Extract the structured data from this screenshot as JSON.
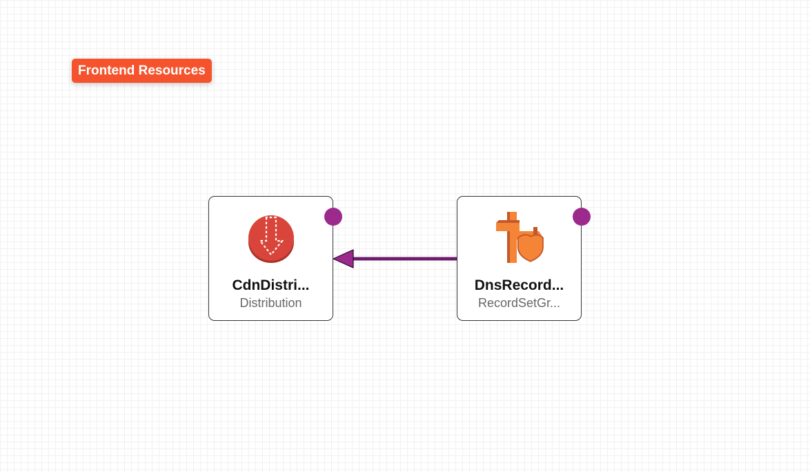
{
  "diagram": {
    "group": {
      "label": "Frontend Resources",
      "color": "#f5532d"
    },
    "nodes": [
      {
        "id": "cdn",
        "title": "CdnDistri...",
        "subtitle": "Distribution",
        "icon": "cloudfront-distribution-icon",
        "icon_color": "#d9453a"
      },
      {
        "id": "dns",
        "title": "DnsRecord...",
        "subtitle": "RecordSetGr...",
        "icon": "route53-recordset-icon",
        "icon_color": "#f58536"
      }
    ],
    "edges": [
      {
        "from": "dns",
        "to": "cdn",
        "color": "#6b1f6b"
      }
    ],
    "port_color": "#9b2a8c"
  }
}
